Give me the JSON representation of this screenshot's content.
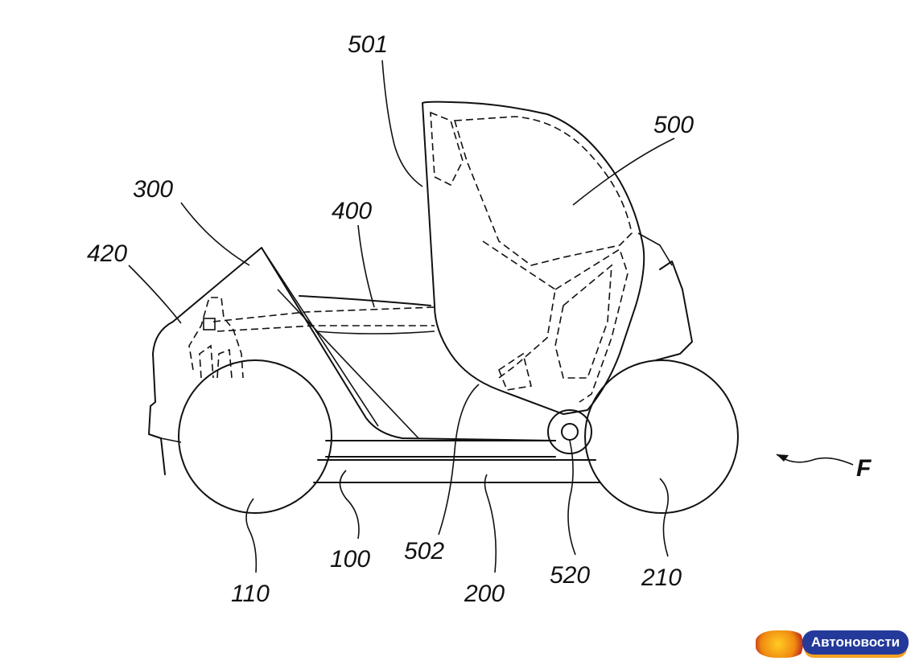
{
  "figure": {
    "labels": {
      "l501": "501",
      "l500": "500",
      "l300": "300",
      "l400": "400",
      "l420": "420",
      "l110": "110",
      "l100": "100",
      "l502": "502",
      "l200": "200",
      "l520": "520",
      "l210": "210",
      "lF": "F"
    }
  },
  "watermark": {
    "text": "Автоновости"
  }
}
